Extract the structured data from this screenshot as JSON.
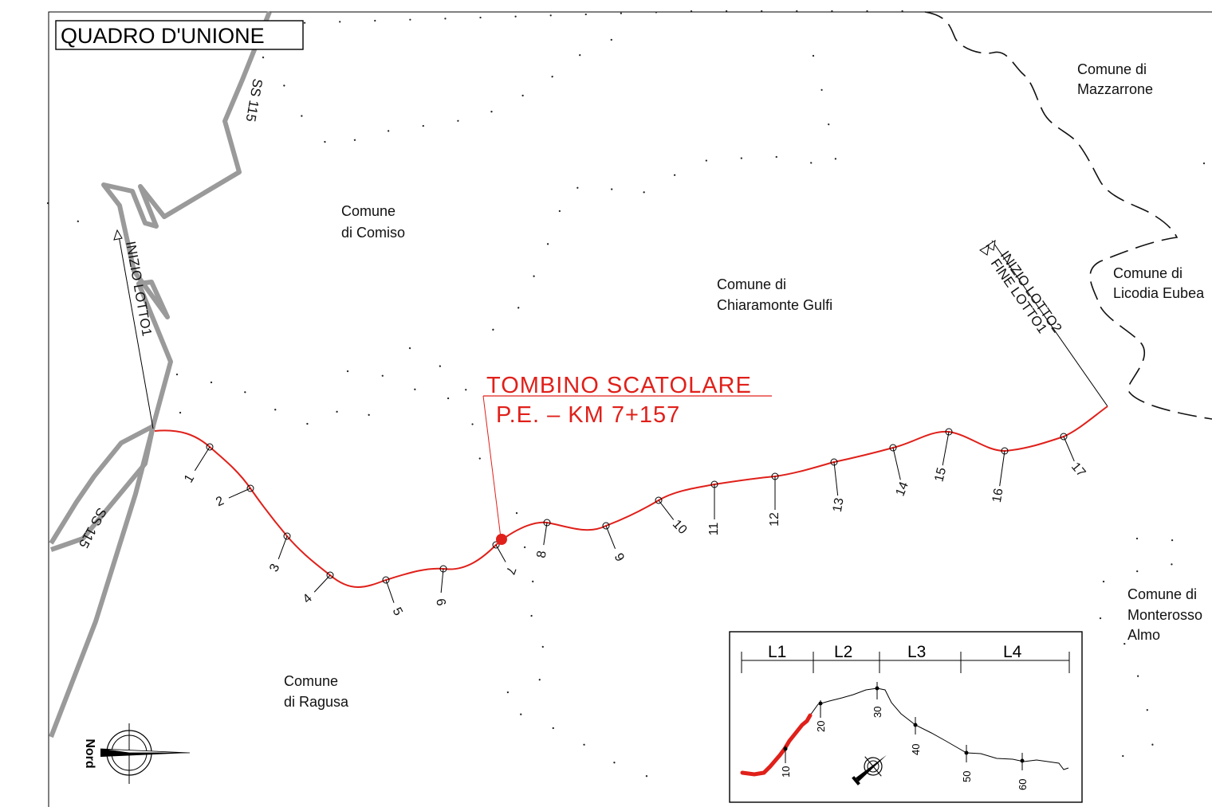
{
  "title": "QUADRO D'UNIONE",
  "colors": {
    "route": "#e0201a",
    "road": "#9a9a9a",
    "line": "#000000"
  },
  "roads": [
    "SS 115",
    "SS 115"
  ],
  "municipalities": [
    [
      "Comune",
      "di Comiso"
    ],
    [
      "Comune di",
      "Chiaramonte Gulfi"
    ],
    [
      "Comune di",
      "Mazzarrone"
    ],
    [
      "Comune di",
      "Licodia Eubea"
    ],
    [
      "Comune di",
      "Monterosso",
      "Almo"
    ],
    [
      "Comune",
      "di Ragusa"
    ]
  ],
  "lotto_markers": [
    "INIZIO LOTTO1",
    "INIZIO LOTTO2",
    "FINE LOTTO1"
  ],
  "callout": {
    "line1": "TOMBINO SCATOLARE",
    "line2": "P.E. – KM 7+157"
  },
  "stations": [
    "1",
    "2",
    "3",
    "4",
    "5",
    "6",
    "7",
    "8",
    "9",
    "10",
    "11",
    "12",
    "13",
    "14",
    "15",
    "16",
    "17"
  ],
  "north_label": "Nord",
  "inset": {
    "sections": [
      "L1",
      "L2",
      "L3",
      "L4"
    ],
    "profile_ticks": [
      "10",
      "20",
      "30",
      "40",
      "50",
      "60"
    ]
  }
}
